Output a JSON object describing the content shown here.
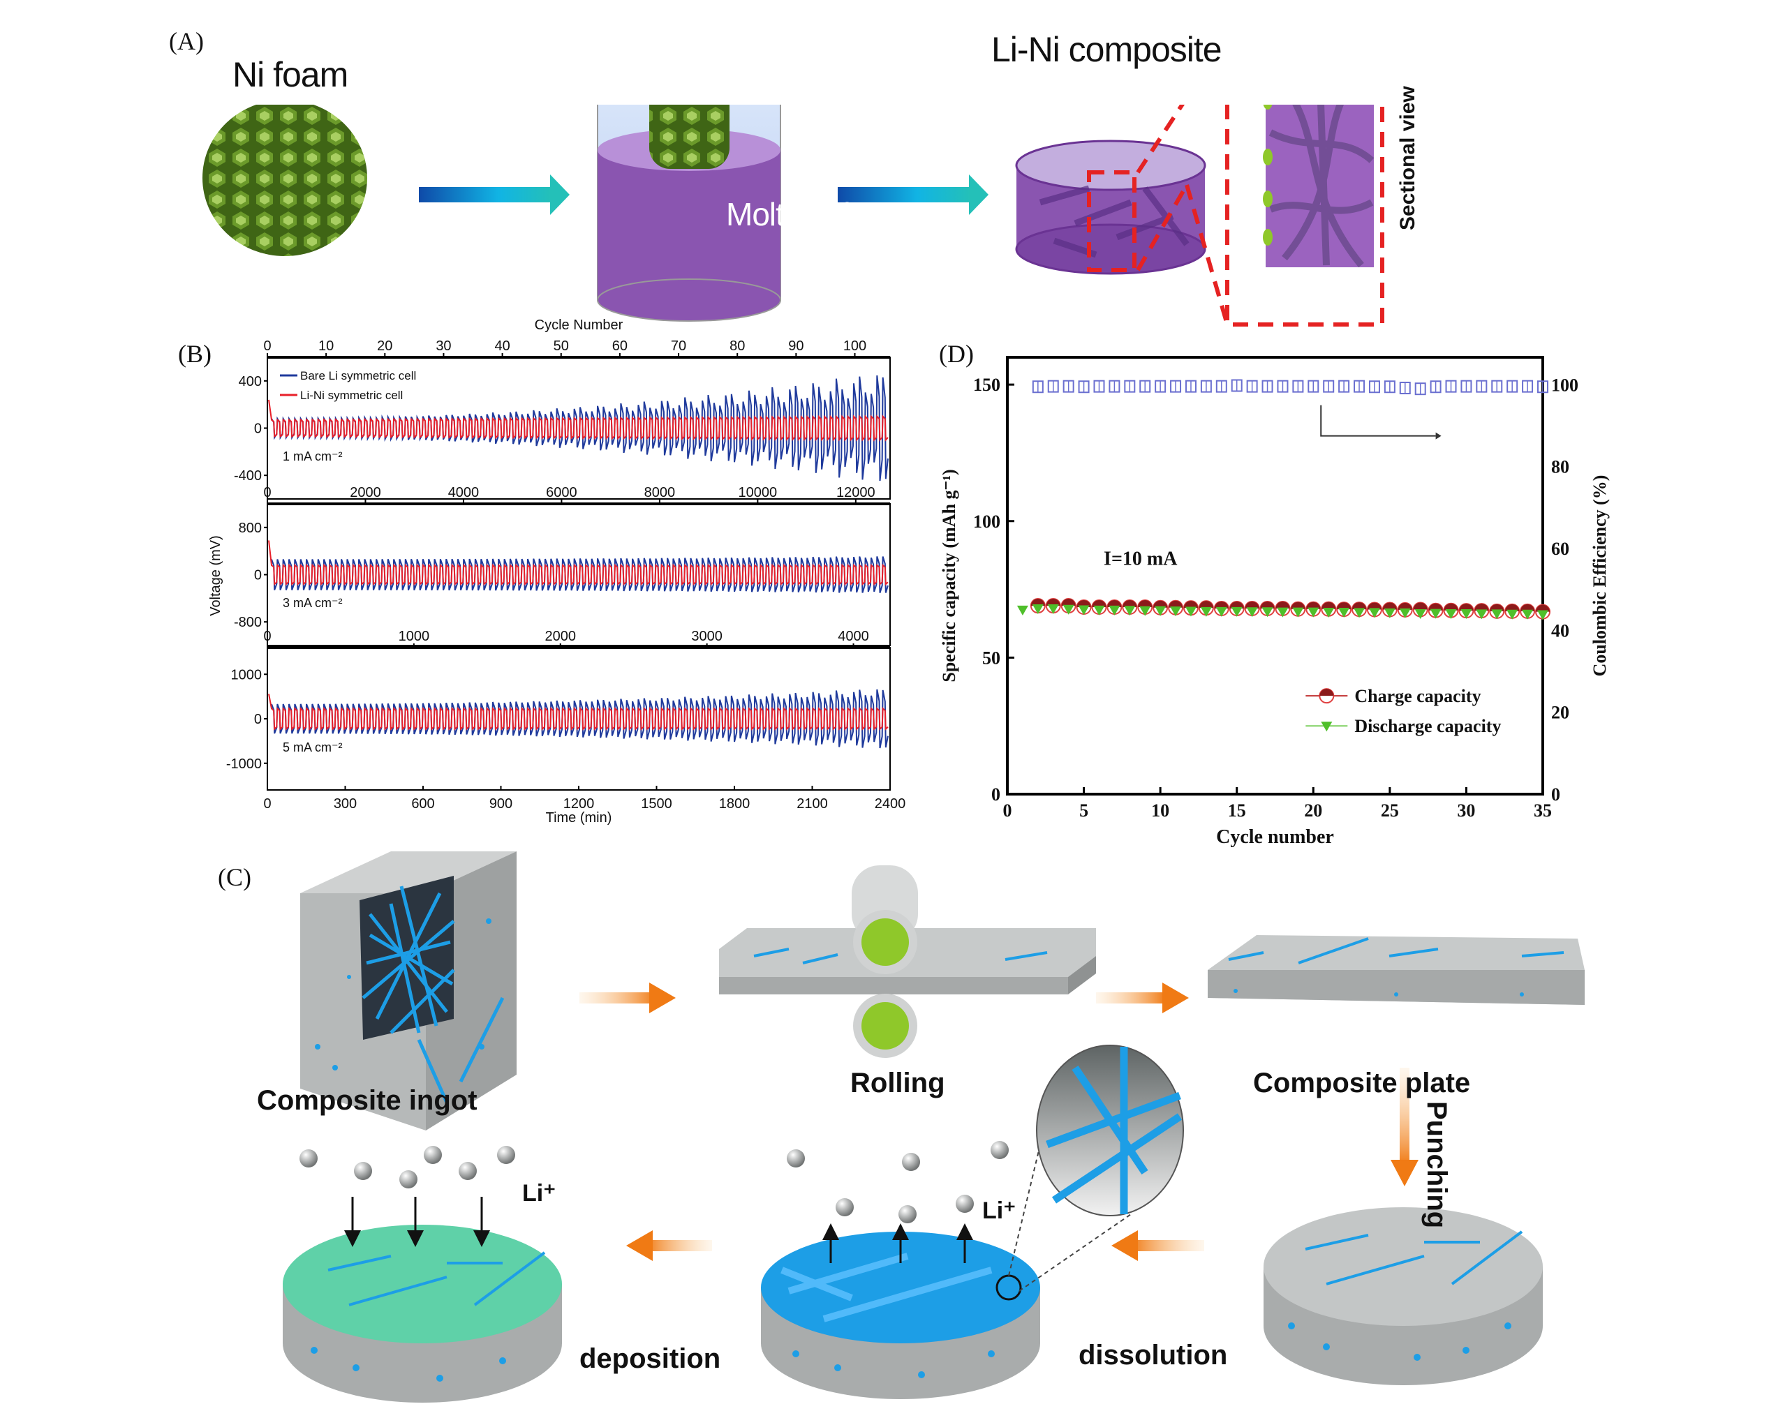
{
  "figure": {
    "panel_labels": {
      "A": "(A)",
      "B": "(B)",
      "C": "(C)",
      "D": "(D)"
    }
  },
  "panel_a": {
    "labels": {
      "ni_foam": "Ni foam",
      "molten_li": "Molten Li",
      "composite": "Li-Ni  composite",
      "sectional_view": "Sectional view"
    },
    "colors": {
      "foam": "#4f7a1c",
      "liquid": "#8a55b0",
      "arrow": "#1aa6c8",
      "dash": "#e52222"
    }
  },
  "panel_c": {
    "labels": {
      "ingot": "Composite ingot",
      "rolling": "Rolling",
      "plate": "Composite plate",
      "punching": "Punching",
      "dissolution": "dissolution",
      "deposition": "deposition",
      "li_ion_left": "Li⁺",
      "li_ion_right": "Li⁺"
    },
    "colors": {
      "metal": "#b9bcbc",
      "fiber": "#1d9ee6",
      "arrow": "#f07a14",
      "deposit": "#5fd1a8",
      "roller_core": "#8fc82a"
    }
  },
  "chart_data": [
    {
      "id": "B",
      "type": "line",
      "title": "",
      "ylabel": "Voltage (mV)",
      "xlabel": "Time (min)",
      "legend": {
        "position": "top-left",
        "entries": [
          "Bare Li symmetric cell",
          "Li-Ni  symmetric cell"
        ]
      },
      "series_colors": {
        "Bare Li symmetric cell": "#1f3a9c",
        "Li-Ni  symmetric cell": "#e8202a"
      },
      "subplots": [
        {
          "annotation": "1 mA cm⁻²",
          "top_axis_label": "Cycle Number",
          "top_ticks": [
            "0",
            "10",
            "20",
            "30",
            "40",
            "50",
            "60",
            "70",
            "80",
            "90",
            "100"
          ],
          "top_range": [
            0,
            106
          ],
          "ylim": [
            -600,
            600
          ],
          "yticks": [
            "400",
            "0",
            "-400"
          ],
          "ytick_values": [
            400,
            0,
            -400
          ],
          "cycles": 106,
          "bare_amp_start": 80,
          "bare_amp_end": 380,
          "lini_amp_start": 70,
          "lini_amp_end": 100,
          "lini_initial_spike": 240
        },
        {
          "annotation": "3 mA cm⁻²",
          "top_ticks": [
            "0",
            "2000",
            "4000",
            "6000",
            "8000",
            "10000",
            "12000"
          ],
          "top_range": [
            0,
            12700
          ],
          "ylim": [
            -1200,
            1200
          ],
          "yticks": [
            "800",
            "0",
            "-800"
          ],
          "ytick_values": [
            800,
            0,
            -800
          ],
          "cycles": 106,
          "bare_amp_start": 260,
          "bare_amp_end": 300,
          "lini_amp_start": 160,
          "lini_amp_end": 160,
          "lini_initial_spike": 580
        },
        {
          "annotation": "5 mA cm⁻²",
          "top_ticks": [
            "0",
            "1000",
            "2000",
            "3000",
            "4000"
          ],
          "top_range": [
            0,
            4250
          ],
          "ylim": [
            -1600,
            1600
          ],
          "yticks": [
            "1000",
            "0",
            "-1000"
          ],
          "ytick_values": [
            1000,
            0,
            -1000
          ],
          "cycles": 106,
          "bare_amp_start": 330,
          "bare_amp_end": 600,
          "lini_amp_start": 230,
          "lini_amp_end": 230,
          "lini_initial_spike": 560
        }
      ],
      "xticks": [
        "0",
        "300",
        "600",
        "900",
        "1200",
        "1500",
        "1800",
        "2100",
        "2400"
      ],
      "xlim": [
        0,
        2400
      ]
    },
    {
      "id": "D",
      "type": "scatter",
      "title": "",
      "xlabel": "Cycle number",
      "ylabel": "Specific capacity (mAh g⁻¹)",
      "y2label": "Coulombic Efficiency (%)",
      "annotation": "I=10 mA",
      "xlim": [
        0,
        35
      ],
      "ylim": [
        0,
        160
      ],
      "y2lim": [
        0,
        106.7
      ],
      "xticks": [
        "0",
        "5",
        "10",
        "15",
        "20",
        "25",
        "30",
        "35"
      ],
      "yticks": [
        "0",
        "50",
        "100",
        "150"
      ],
      "y2ticks": [
        "0",
        "20",
        "40",
        "60",
        "80",
        "100"
      ],
      "legend": {
        "position": "bottom-right",
        "entries": [
          "Charge capacity",
          "Discharge capacity"
        ]
      },
      "series": [
        {
          "name": "Charge capacity",
          "color": "#8b1a1a",
          "marker": "half-circle",
          "x": [
            2,
            3,
            4,
            5,
            6,
            7,
            8,
            9,
            10,
            11,
            12,
            13,
            14,
            15,
            16,
            17,
            18,
            19,
            20,
            21,
            22,
            23,
            24,
            25,
            26,
            27,
            28,
            29,
            30,
            31,
            32,
            33,
            34,
            35
          ],
          "values": [
            69,
            69,
            69,
            68.5,
            68.5,
            68.5,
            68.5,
            68.5,
            68.3,
            68.3,
            68.2,
            68.2,
            68,
            68,
            68,
            68,
            68,
            67.8,
            67.8,
            67.8,
            67.7,
            67.7,
            67.6,
            67.6,
            67.5,
            67.6,
            67.3,
            67.3,
            67.2,
            67.2,
            67,
            67,
            67,
            66.8
          ]
        },
        {
          "name": "Discharge capacity",
          "color": "#4fbf2a",
          "marker": "down-triangle",
          "x": [
            1,
            2,
            3,
            4,
            5,
            6,
            7,
            8,
            9,
            10,
            11,
            12,
            13,
            14,
            15,
            16,
            17,
            18,
            19,
            20,
            21,
            22,
            23,
            24,
            25,
            26,
            27,
            28,
            29,
            30,
            31,
            32,
            33,
            34,
            35
          ],
          "values": [
            67.5,
            68,
            68,
            67.8,
            67.6,
            67.5,
            67.5,
            67.4,
            67.3,
            67.3,
            67.2,
            67.1,
            67,
            67,
            67,
            66.9,
            66.9,
            66.8,
            66.8,
            66.8,
            66.7,
            66.7,
            66.6,
            66.6,
            66.5,
            66.5,
            66.2,
            66.3,
            66.2,
            66.2,
            66.1,
            66.1,
            66,
            66,
            65.8
          ]
        },
        {
          "name": "Coulombic efficiency",
          "color": "#6a6fd0",
          "marker": "open-square",
          "axis": "right",
          "x": [
            2,
            3,
            4,
            5,
            6,
            7,
            8,
            9,
            10,
            11,
            12,
            13,
            14,
            15,
            16,
            17,
            18,
            19,
            20,
            21,
            22,
            23,
            24,
            25,
            26,
            27,
            28,
            29,
            30,
            31,
            32,
            33,
            34,
            35
          ],
          "values": [
            99.5,
            99.6,
            99.6,
            99.5,
            99.6,
            99.6,
            99.6,
            99.6,
            99.6,
            99.6,
            99.6,
            99.6,
            99.6,
            99.8,
            99.6,
            99.6,
            99.6,
            99.6,
            99.6,
            99.6,
            99.6,
            99.6,
            99.5,
            99.5,
            99.2,
            99.0,
            99.5,
            99.6,
            99.6,
            99.6,
            99.6,
            99.6,
            99.6,
            99.5
          ]
        }
      ]
    }
  ]
}
